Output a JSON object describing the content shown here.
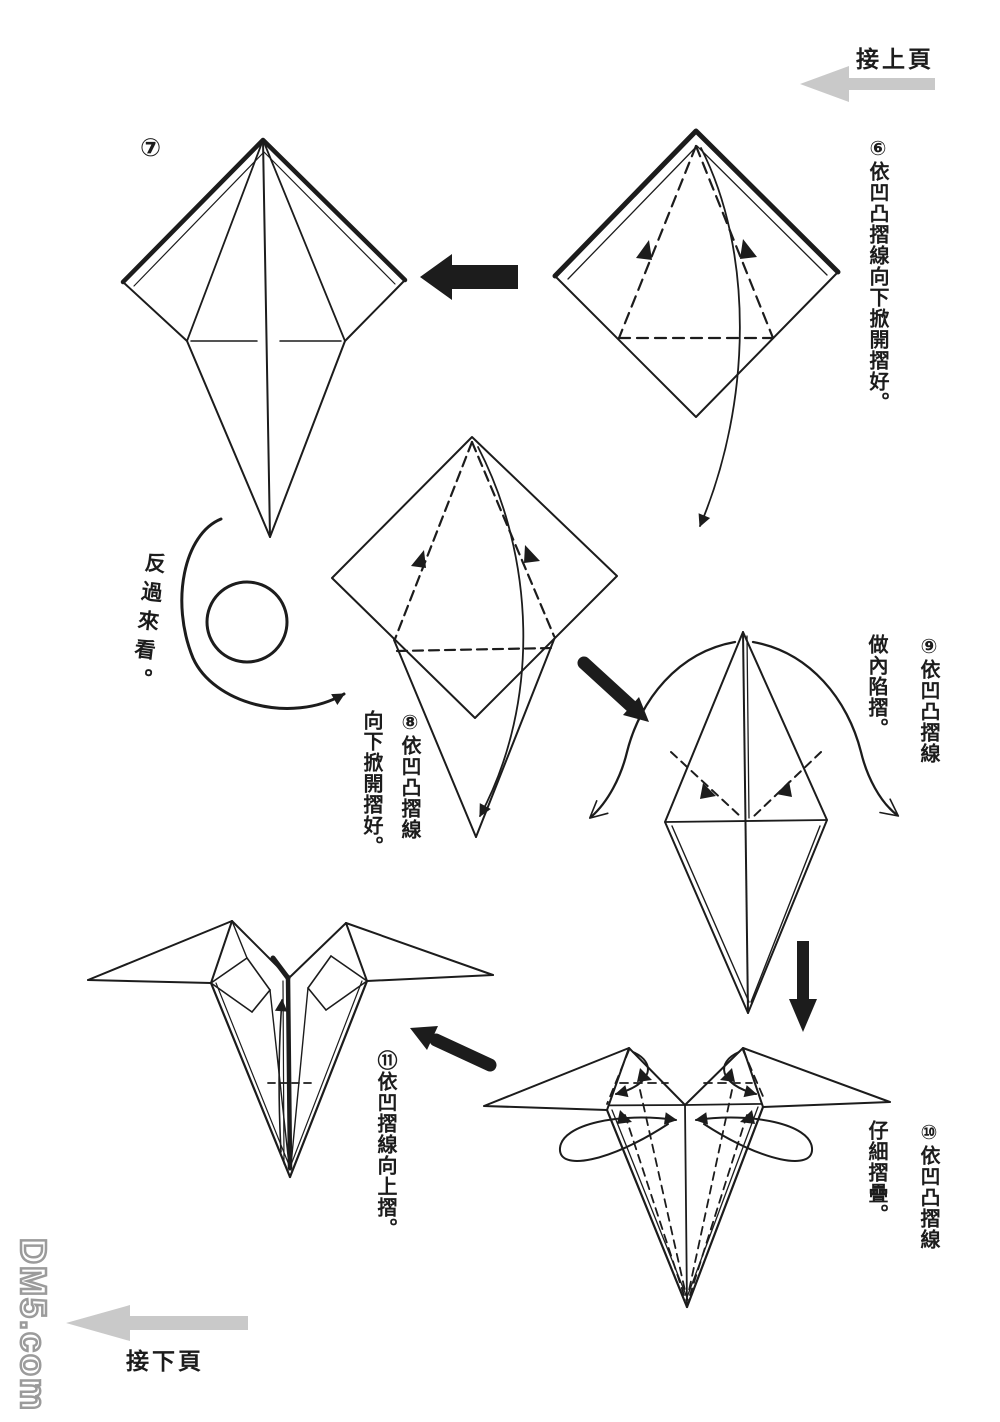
{
  "page": {
    "background": "#ffffff",
    "ink_color": "#1c1c1c",
    "nav_arrow_color": "#c9c9c9",
    "watermark_color": "#9b9b9b"
  },
  "nav": {
    "prev_page_label": "接上頁",
    "prev_arrow_icon": "arrow-left",
    "next_page_label": "接下頁",
    "next_arrow_icon": "arrow-left"
  },
  "watermark": {
    "text": "DM5.com"
  },
  "turn_note": {
    "text": "反過來看。"
  },
  "steps": {
    "s6": {
      "number": "⑥",
      "columns": [
        "⑥依凹凸摺線向下掀開摺好。"
      ]
    },
    "s7": {
      "number": "⑦",
      "label": "⑦"
    },
    "s8": {
      "number": "⑧",
      "columns": [
        "⑧依凹凸摺線",
        "向下掀開摺好。"
      ]
    },
    "s9": {
      "number": "⑨",
      "columns": [
        "⑨依凹凸摺線",
        "做內陷摺。"
      ]
    },
    "s10": {
      "number": "⑩",
      "columns": [
        "⑩依凹凸摺線",
        "仔細摺疊。"
      ]
    },
    "s11": {
      "number": "⑪",
      "columns": [
        "⑪依凹摺線向上摺。"
      ]
    }
  }
}
